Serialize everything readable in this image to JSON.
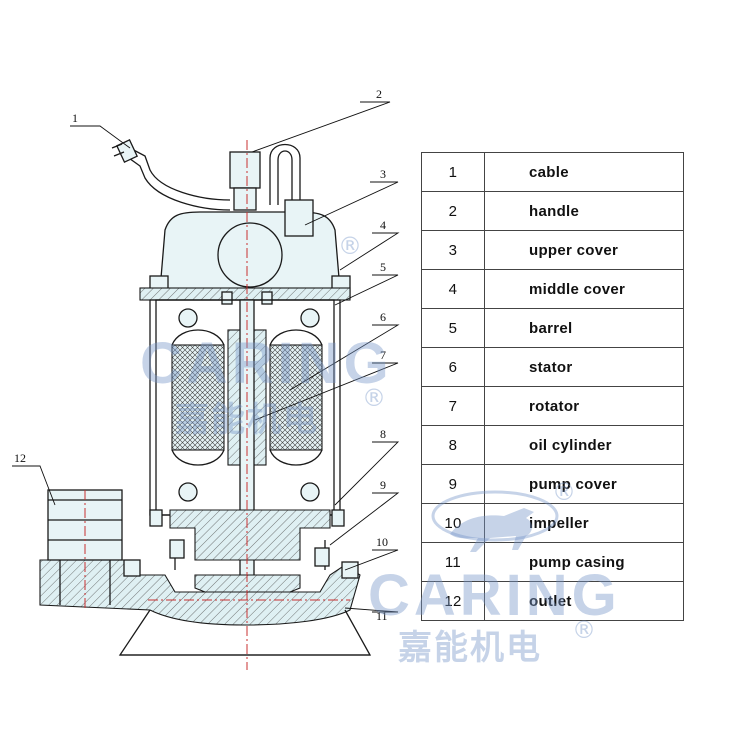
{
  "callouts": [
    "1",
    "2",
    "3",
    "4",
    "5",
    "6",
    "7",
    "8",
    "9",
    "10",
    "11",
    "12"
  ],
  "parts": [
    {
      "no": "1",
      "name": "cable"
    },
    {
      "no": "2",
      "name": "handle"
    },
    {
      "no": "3",
      "name": "upper cover"
    },
    {
      "no": "4",
      "name": "middle cover"
    },
    {
      "no": "5",
      "name": "barrel"
    },
    {
      "no": "6",
      "name": "stator"
    },
    {
      "no": "7",
      "name": "rotator"
    },
    {
      "no": "8",
      "name": "oil cylinder"
    },
    {
      "no": "9",
      "name": "pump cover"
    },
    {
      "no": "10",
      "name": "impeller"
    },
    {
      "no": "11",
      "name": "pump casing"
    },
    {
      "no": "12",
      "name": "outlet"
    }
  ],
  "watermark": {
    "brand_word": "CARING",
    "brand_cn": "嘉能机电",
    "registered_mark": "®",
    "color": "#7896c8"
  },
  "colors": {
    "line": "#1a1a1a",
    "centerline": "#c83030",
    "water_fill": "#e8f4f6"
  }
}
